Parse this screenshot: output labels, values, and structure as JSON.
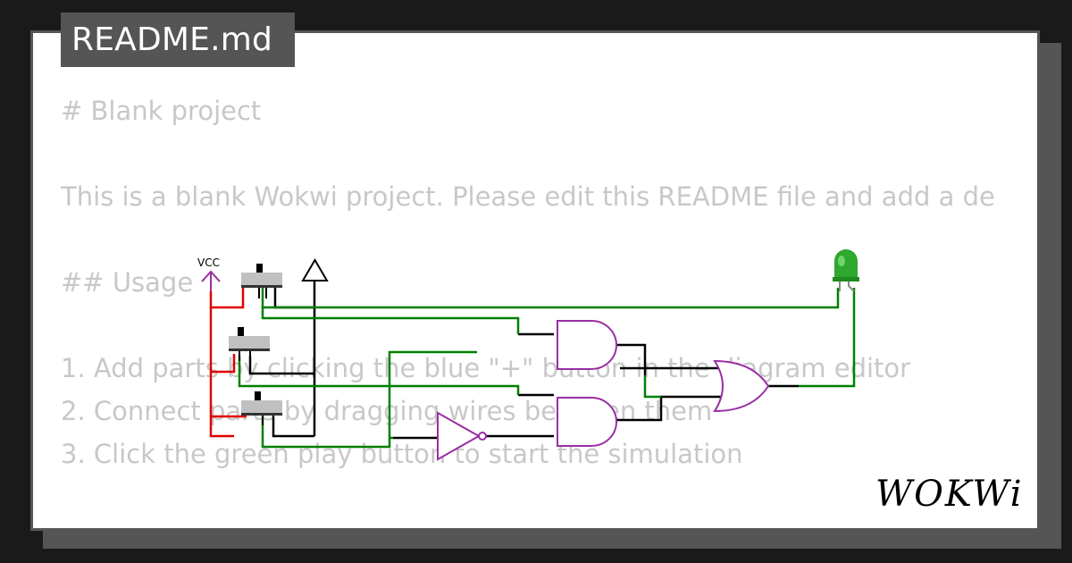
{
  "file_tab": {
    "label": "README.md"
  },
  "readme": {
    "heading": "# Blank project",
    "intro": "This is a blank Wokwi project. Please edit this README file and add a de",
    "usage_heading": "## Usage",
    "steps": [
      "1. Add parts by clicking the blue \"+\" button in the diagram editor",
      "2. Connect parts by dragging wires between them",
      "3. Click the green play button to start the simulation"
    ]
  },
  "circuit": {
    "vcc_label": "VCC",
    "colors": {
      "vcc_wire": "#e00000",
      "signal_wire": "#008000",
      "gnd_wire": "#000000",
      "gate": "#9a2ea4",
      "switch_body": "#c0c0c0",
      "led": "#2ea82e"
    },
    "icons": [
      "vcc-arrow-icon",
      "ground-triangle-icon",
      "led-icon",
      "slide-switch-icon",
      "and-gate-icon",
      "or-gate-icon",
      "not-gate-icon"
    ]
  },
  "brand": {
    "logo_text": "WOKWi",
    "name": "Wokwi"
  }
}
